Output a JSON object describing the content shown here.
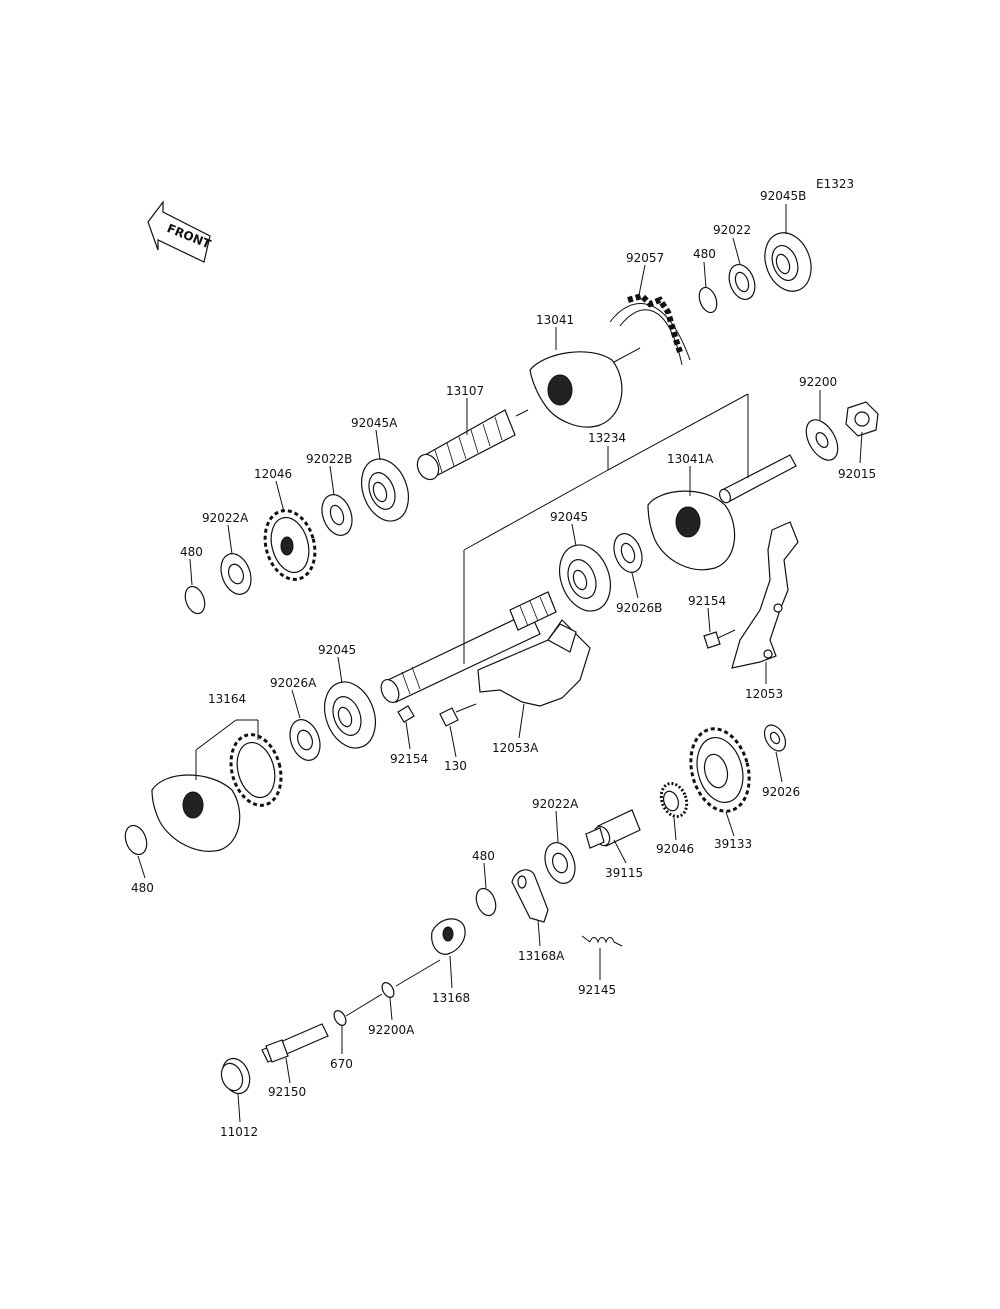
{
  "diagram_code": "E1323",
  "front_label": "FRONT",
  "parts": {
    "p92045B": "92045B",
    "p92022_top": "92022",
    "p480_top": "480",
    "p92057": "92057",
    "p13041": "13041",
    "p13107": "13107",
    "p92045A": "92045A",
    "p92022B": "92022B",
    "p12046": "12046",
    "p92022A_left": "92022A",
    "p480_left": "480",
    "p13234": "13234",
    "p92200": "92200",
    "p92015": "92015",
    "p13041A": "13041A",
    "p92045_mid": "92045",
    "p92026B": "92026B",
    "p92154_right": "92154",
    "p12053": "12053",
    "p92045_low": "92045",
    "p92026A": "92026A",
    "p13164": "13164",
    "p92154_low": "92154",
    "p130": "130",
    "p12053A": "12053A",
    "p480_bl": "480",
    "p92022A_mid": "92022A",
    "p39115": "39115",
    "p92046": "92046",
    "p39133": "39133",
    "p92026": "92026",
    "p480_mid": "480",
    "p13168A": "13168A",
    "p13168": "13168",
    "p92145": "92145",
    "p92200A": "92200A",
    "p670": "670",
    "p92150": "92150",
    "p11012": "11012"
  }
}
